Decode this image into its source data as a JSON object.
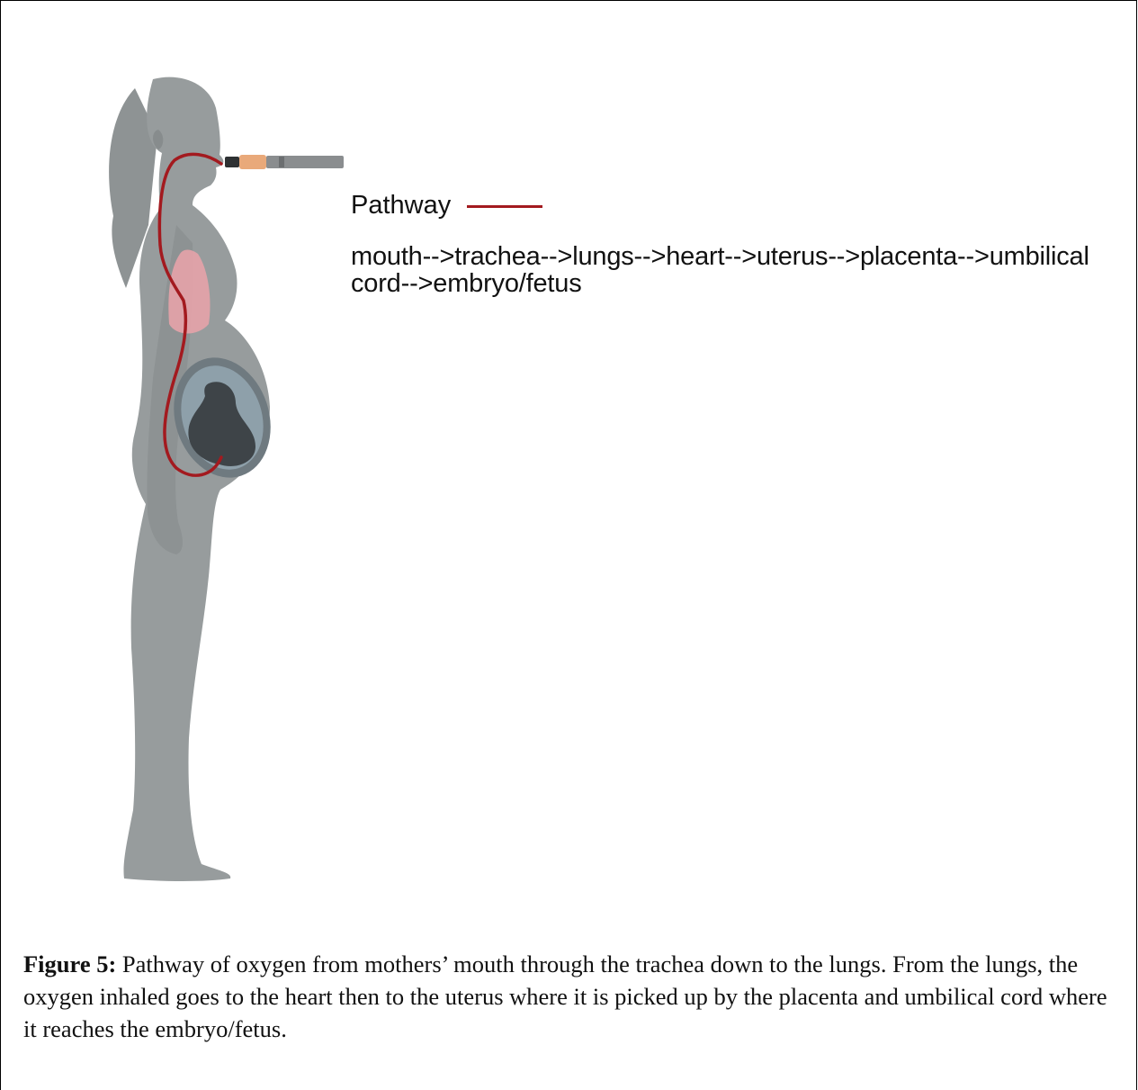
{
  "legend": {
    "label": "Pathway",
    "line_color": "#a31a1f"
  },
  "pathway_text": "mouth-->trachea-->lungs-->heart-->uterus-->placenta-->umbilical cord-->embryo/fetus",
  "caption": {
    "lead": "Figure 5:",
    "text": " Pathway of oxygen from mothers’ mouth through the trachea down to the lungs. From the lungs, the oxygen inhaled goes to the heart then to the uterus where it is picked up by the placenta and umbilical cord where it reaches the embryo/fetus."
  },
  "colors": {
    "body": "#979c9d",
    "lungs": "#e6a3aa",
    "uterus_wall": "#6f7a80",
    "amniotic": "#8ea0aa",
    "fetus": "#3e4448",
    "device": "#8a8d8f",
    "device_glow": "#e59a63"
  },
  "icons": [
    "pregnant-woman-silhouette",
    "lungs-icon",
    "fetus-in-uterus-icon",
    "e-cigarette-icon"
  ]
}
